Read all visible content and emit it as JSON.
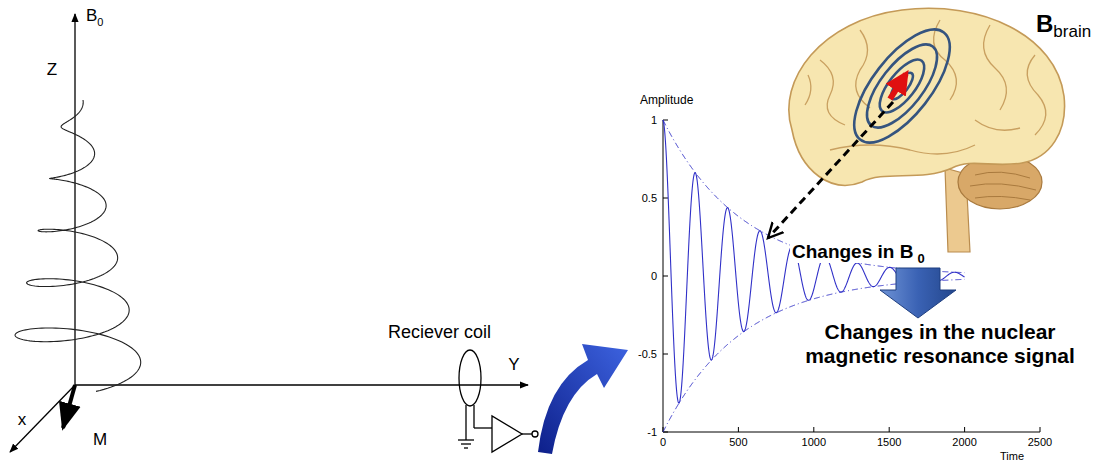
{
  "diagram": {
    "labels": [
      "Z",
      "B",
      "0",
      "x",
      "M",
      "Y",
      "Reciever coil",
      "Amplitude",
      "1",
      "0.5",
      "0",
      "-0.5",
      "-1",
      "0",
      "500",
      "1000",
      "1500",
      "2000",
      "2500",
      "Time",
      "B",
      "brain",
      "Changes in B",
      "0",
      "Changes in the nuclear magnetic resonance signal"
    ]
  }
}
